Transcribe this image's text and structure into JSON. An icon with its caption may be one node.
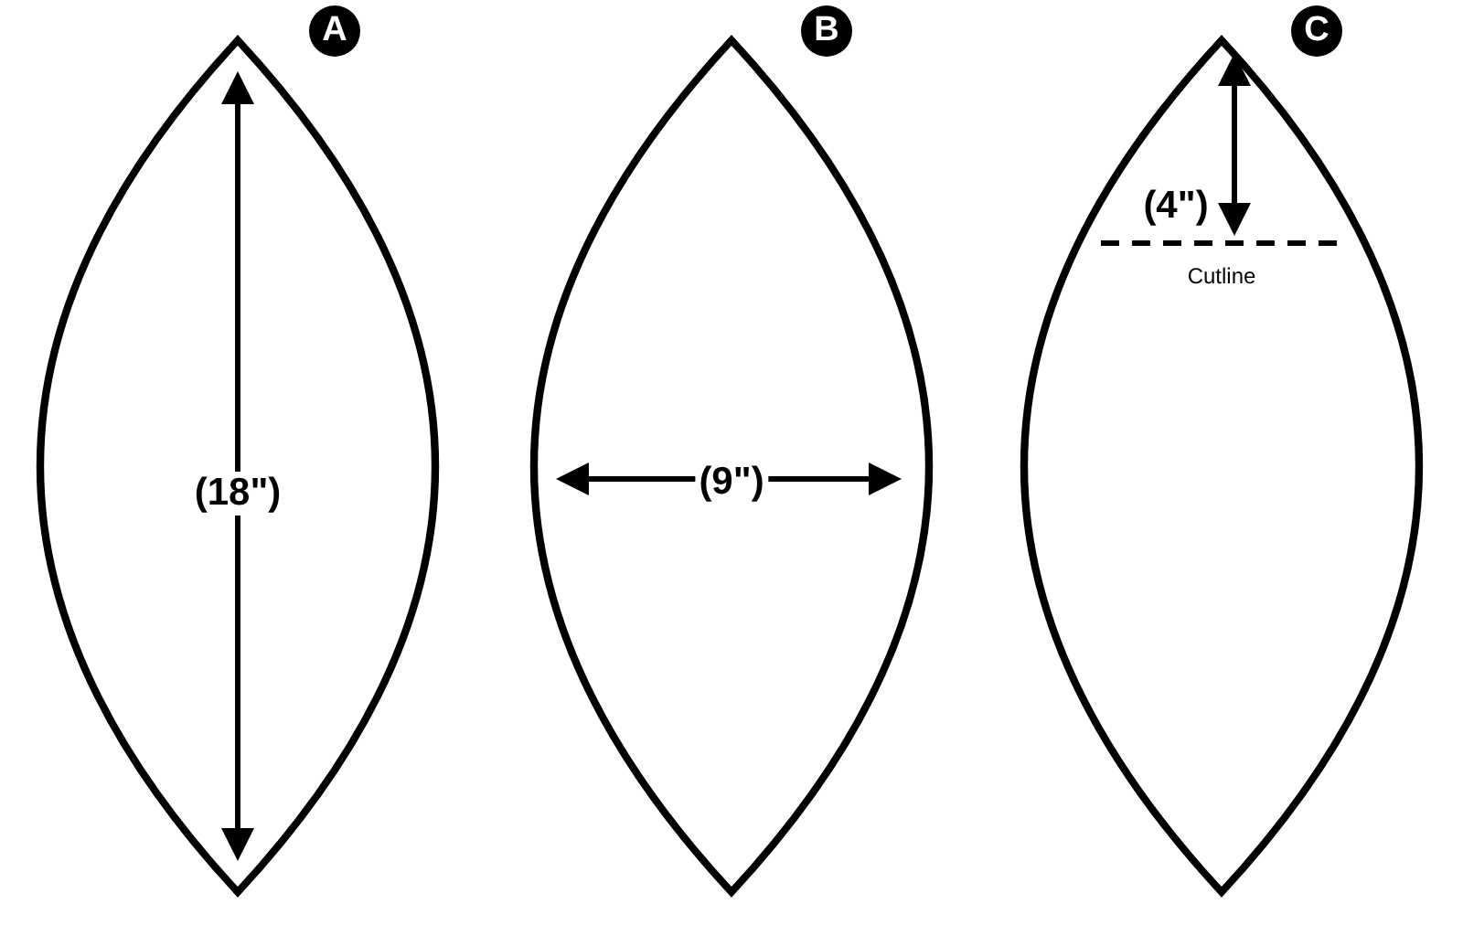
{
  "diagram": {
    "nodes": [
      {
        "text": [
          "A"
        ]
      },
      {
        "text": [
          "B"
        ]
      },
      {
        "text": [
          "C"
        ]
      }
    ],
    "labels": [
      "(18\")",
      "(9\")",
      "(4\")",
      "Cutline"
    ]
  }
}
